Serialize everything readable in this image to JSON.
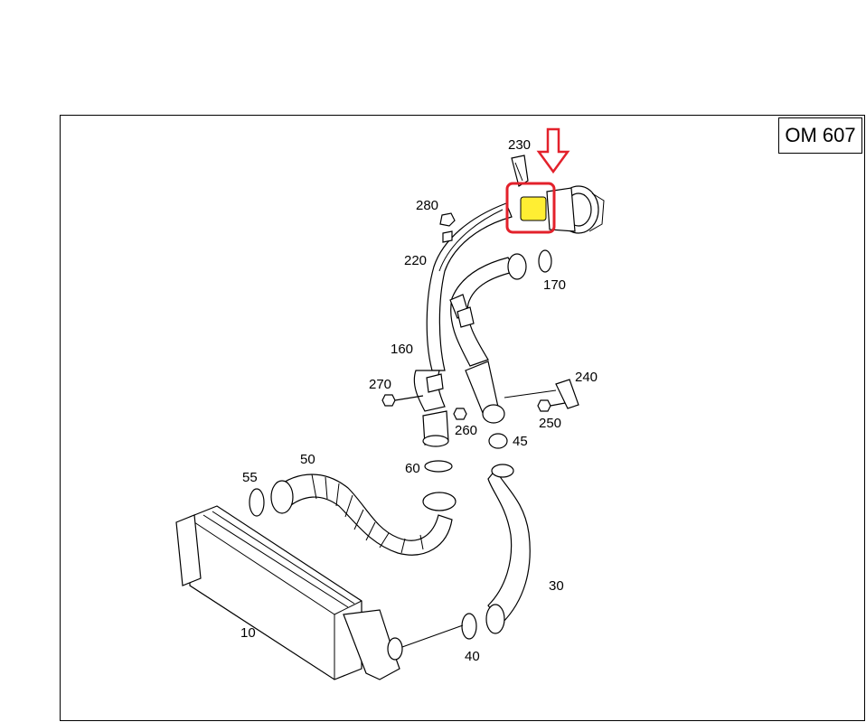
{
  "engine_code": "OM 607",
  "highlight": {
    "fill_color": "#ffee33",
    "frame_color": "#e3212b",
    "arrow_color": "#e3212b"
  },
  "parts": {
    "p10": "10",
    "p30": "30",
    "p40": "40",
    "p45": "45",
    "p50": "50",
    "p55": "55",
    "p60": "60",
    "p160": "160",
    "p170": "170",
    "p220": "220",
    "p230": "230",
    "p240": "240",
    "p250": "250",
    "p260": "260",
    "p270": "270",
    "p280": "280"
  }
}
